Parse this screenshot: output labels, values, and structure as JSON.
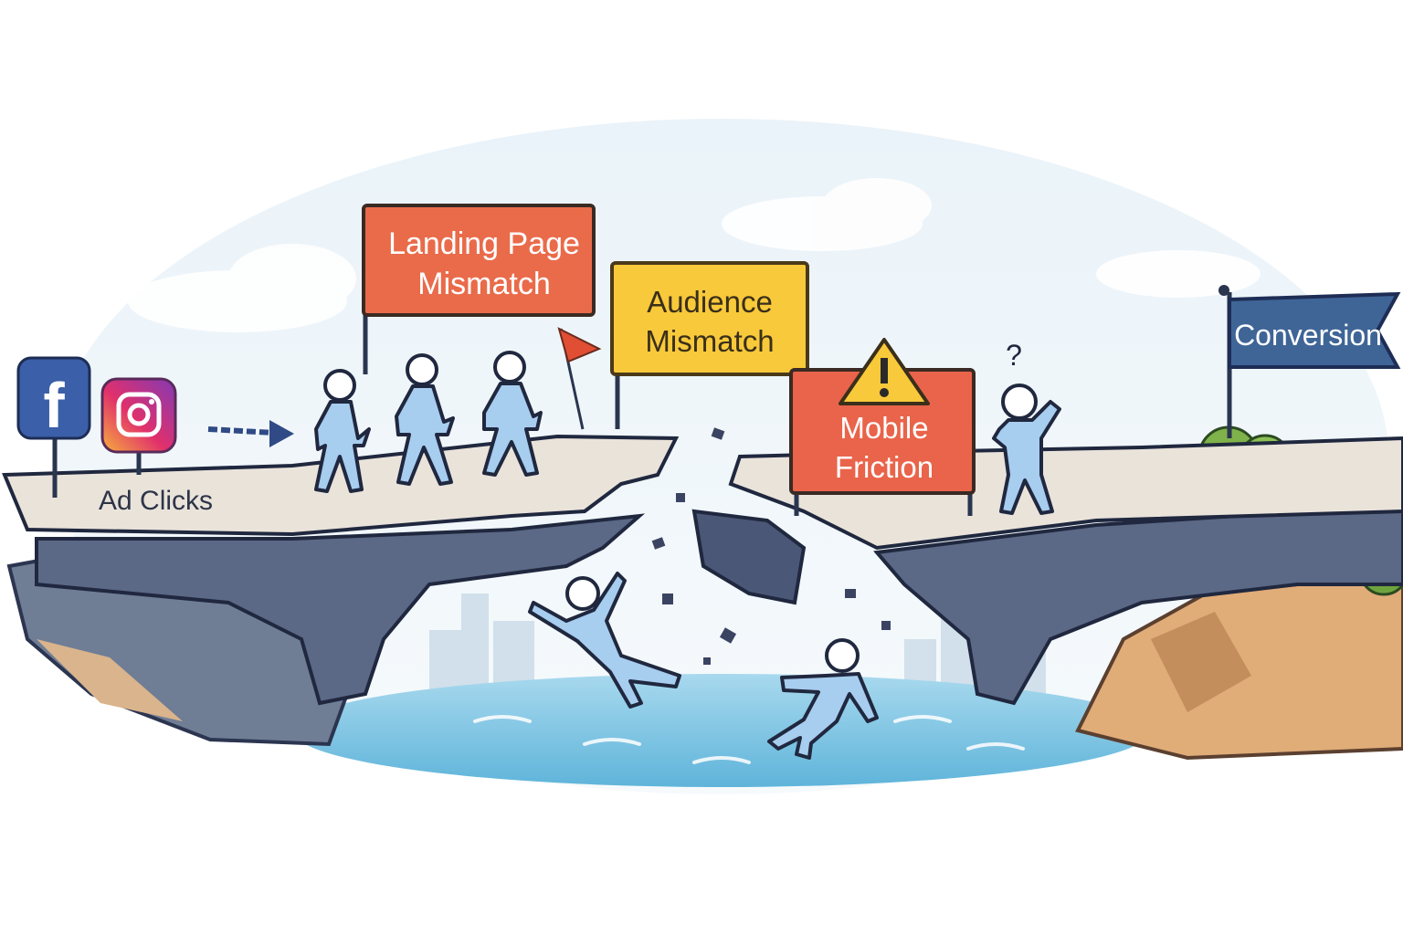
{
  "source_label": "Ad Clicks",
  "obstacles": {
    "landing": {
      "line1": "Landing Page",
      "line2": "Mismatch"
    },
    "audience": {
      "line1": "Audience",
      "line2": "Mismatch"
    },
    "mobile": {
      "line1": "Mobile",
      "line2": "Friction"
    }
  },
  "goal_label": "Conversion",
  "icons": {
    "facebook": "facebook-icon",
    "instagram": "instagram-icon",
    "warning": "warning-triangle-icon",
    "question": "question-mark-icon"
  },
  "colors": {
    "landing_sign": "#e96b4a",
    "audience_sign": "#f8c93a",
    "mobile_sign": "#e9644a",
    "goal_flag": "#3f6597",
    "person": "#a7cdef",
    "water": "#8fcde8",
    "bridge": "#5b6886"
  }
}
